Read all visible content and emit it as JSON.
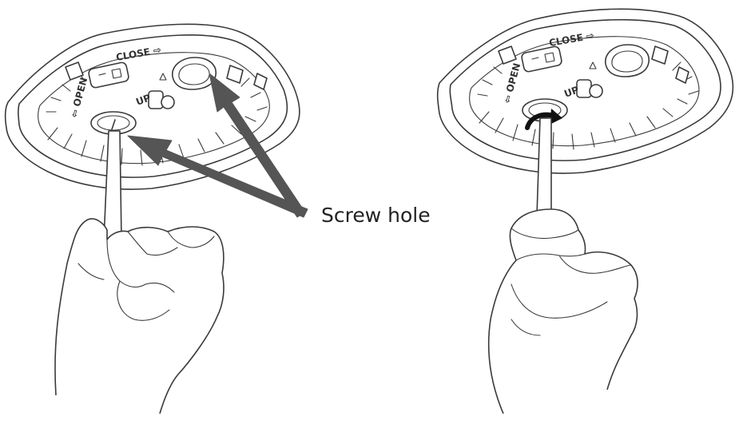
{
  "callout": {
    "label": "Screw hole"
  },
  "plate_left": {
    "close_label": "CLOSE ⇨",
    "open_label": "⇦ OPEN",
    "up_label": "UP"
  },
  "plate_right": {
    "close_label": "CLOSE ⇨",
    "open_label": "⇦ OPEN",
    "up_label": "UP"
  },
  "colors": {
    "arrow": "#555555",
    "line": "#3a3a3a",
    "background": "#ffffff"
  }
}
